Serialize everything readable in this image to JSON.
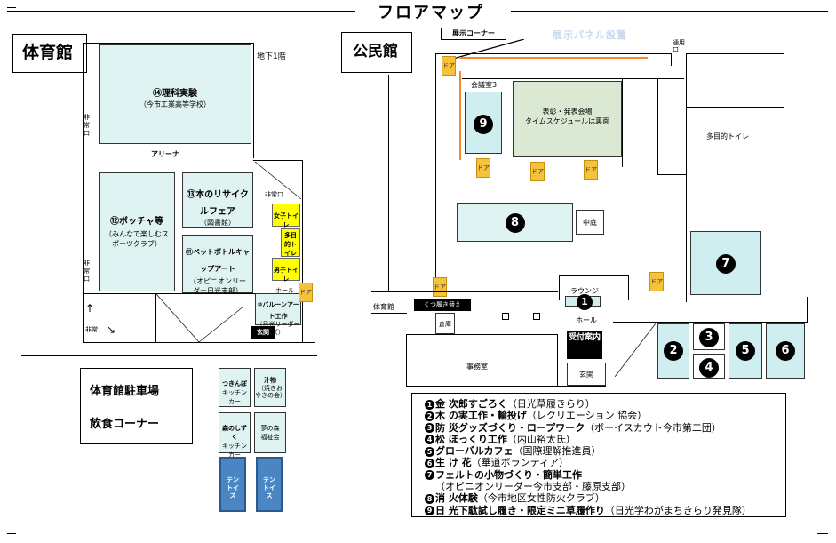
{
  "header": {
    "title": "フロアマップ"
  },
  "gym": {
    "title": "体育館",
    "basement": "地下1階",
    "arena": "アリーナ",
    "side_exit_top": "非常口",
    "side_exit_bottom": "非常口",
    "exit_small": "非常口",
    "emergency": "非常",
    "hall": "ホール",
    "entrance": "玄関",
    "toilet_women": "女子トイレ",
    "toilet_multi": "多目的トイレ",
    "toilet_men": "男子トイレ",
    "booths": {
      "b14": {
        "num": "⑭",
        "name": "理科実験",
        "sub": "（今市工業高等学校）"
      },
      "b13": {
        "num": "⑬",
        "name": "本のリサイクルフェア",
        "sub": "（図書館）"
      },
      "b12": {
        "num": "⑫",
        "name": "ボッチャ等",
        "sub": "（みんなで楽しむスポーツクラブ）"
      },
      "b11": {
        "num": "⑪",
        "name": "ペットボトルキャップアート",
        "sub": "（オピニオンリーダー日光支部）"
      },
      "b10": {
        "num": "⑩",
        "name": "バルーンアート工作",
        "sub": "（日光リーダーズ）"
      }
    },
    "parking": "体育館駐車場",
    "food": "飲食コーナー",
    "stalls": [
      {
        "label": "つきんぼ",
        "sub": "キッチンカー"
      },
      {
        "label": "汁物",
        "sub": "（焼きおやきの会）"
      },
      {
        "label": "森のしずく",
        "sub": "キッチンカー"
      },
      {
        "label": "夢の森",
        "sub": "福祉会"
      },
      {
        "label": "テントイス"
      },
      {
        "label": "テントイス"
      }
    ]
  },
  "civic": {
    "title": "公民館",
    "exhibit_label": "展示コーナー",
    "display_wall": "展示パネル設置",
    "exit": "通用口",
    "meeting_room": "会議室3",
    "hall_main": "表彰・発表会場",
    "hall_main_sub": "タイムスケジュールは裏面",
    "courtyard": "中庭",
    "toilet_multi": "多目的トイレ",
    "lounge": "ラウンジ",
    "hall": "ホール",
    "reception": "受付案内",
    "entrance": "玄関",
    "office": "事務室",
    "warehouse": "倉庫",
    "gym_direction": "体育館",
    "shoe_change": "くつ履き替え",
    "door": "ドア",
    "numbers": {
      "n1": "1",
      "n2": "2",
      "n3": "3",
      "n4": "4",
      "n5": "5",
      "n6": "6",
      "n7": "7",
      "n8": "8",
      "n9": "9"
    }
  },
  "legend": [
    {
      "num": "1",
      "title": "金 次郎すごろく",
      "org": "（日光草履きらり）"
    },
    {
      "num": "2",
      "title": "木 の実工作・輪投げ",
      "org": "（レクリエーション 協会）"
    },
    {
      "num": "3",
      "title": "防 災グッズづくり・ロープワーク",
      "org": "（ボーイスカウト今市第二団）"
    },
    {
      "num": "4",
      "title": "松 ぼっくり工作",
      "org": "（内山裕太氏）"
    },
    {
      "num": "5",
      "title": "グローバルカフェ",
      "org": "（国際理解推進員）"
    },
    {
      "num": "6",
      "title": "生 け 花",
      "org": "（華道ボランティア）"
    },
    {
      "num": "7",
      "title": "フェルトの小物づくり・簡単工作",
      "org": ""
    },
    {
      "num": "",
      "title": "",
      "org": "（オピニオンリーダー今市支部・藤原支部）"
    },
    {
      "num": "8",
      "title": "消 火体験",
      "org": "（今市地区女性防火クラブ）"
    },
    {
      "num": "9",
      "title": "日 光下駄試し履き・限定ミニ草履作り",
      "org": "（日光学わがまちきらり発見隊）"
    }
  ]
}
